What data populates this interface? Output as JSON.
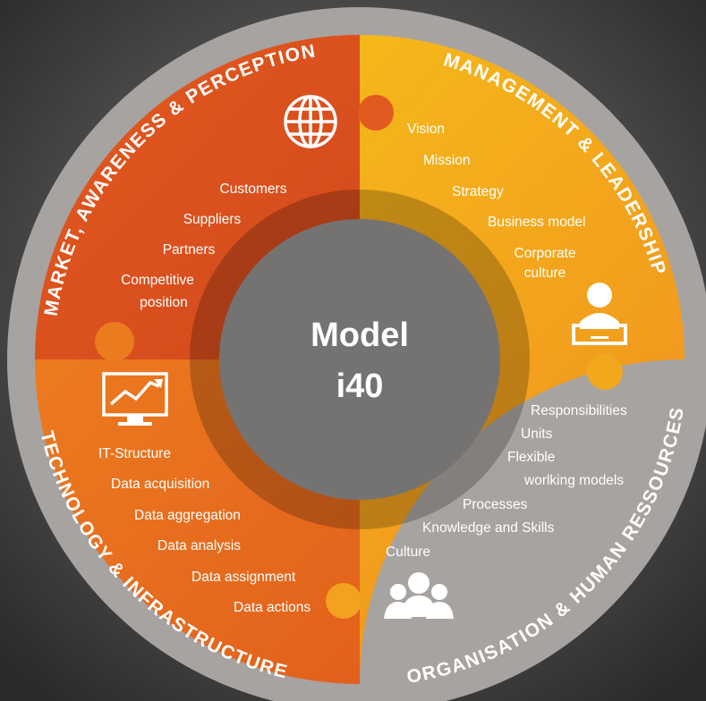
{
  "center": {
    "line1": "Model",
    "line2": "i40"
  },
  "quadrants": {
    "market": {
      "ring_title": "MARKET, AWARENESS & PERCEPTION",
      "icon": "globe-icon",
      "color": "#e0561f",
      "items": [
        "Customers",
        "Suppliers",
        "Partners",
        "Competitive",
        "position"
      ]
    },
    "management": {
      "ring_title": "MANAGEMENT & LEADERSHIP",
      "icon": "leader-presentation-icon",
      "color": "#f2a81d",
      "items": [
        "Vision",
        "Mission",
        "Strategy",
        "Business model",
        "Corporate",
        "culture"
      ]
    },
    "technology": {
      "ring_title": "TECHNOLOGY & INFRASTRUCTURE",
      "icon": "monitor-chart-icon",
      "color": "#ea6d1c",
      "items": [
        "IT-Structure",
        "Data acquisition",
        "Data aggregation",
        "Data analysis",
        "Data assignment",
        "Data actions"
      ]
    },
    "organisation": {
      "ring_title": "ORGANISATION & HUMAN RESSOURCES",
      "icon": "team-icon",
      "color": "#f19820",
      "items": [
        "Responsibilities",
        "Units",
        "Flexible",
        "worlking models",
        "Processes",
        "Knowledge and Skills",
        "Culture"
      ]
    }
  }
}
